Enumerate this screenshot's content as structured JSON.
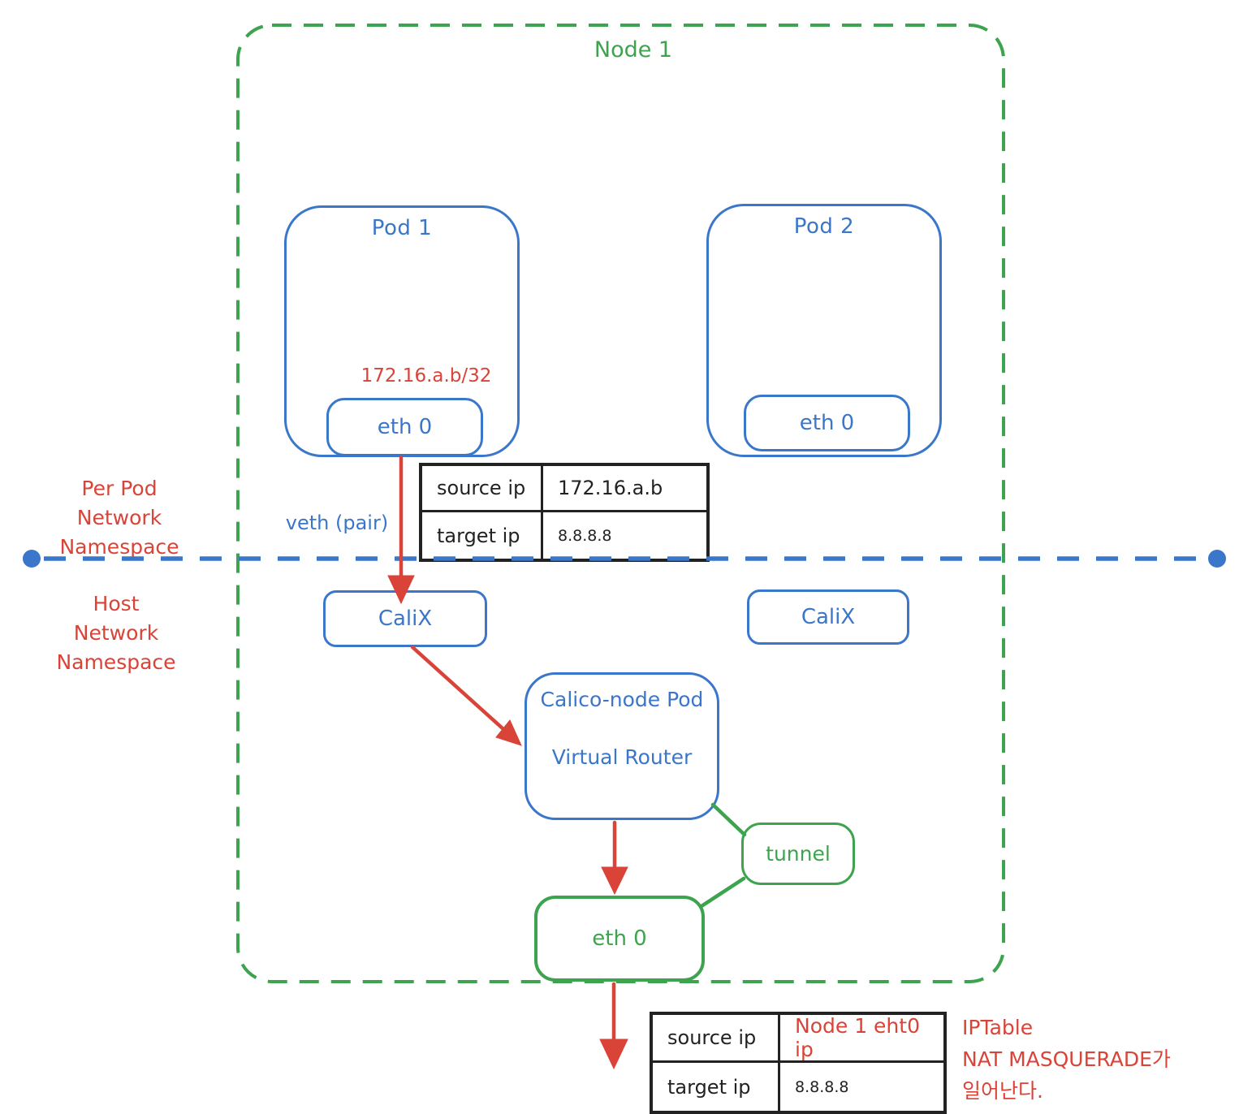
{
  "colors": {
    "blue": "#3a76c9",
    "green": "#3ea34e",
    "red": "#da4338",
    "ink": "#222222"
  },
  "node1": {
    "label": "Node 1"
  },
  "pod1": {
    "title": "Pod 1",
    "ip": "172.16.a.b/32",
    "eth": "eth 0"
  },
  "pod2": {
    "title": "Pod 2",
    "eth": "eth 0"
  },
  "veth_label": "veth (pair)",
  "namespaces": {
    "per_pod_line1": "Per Pod",
    "per_pod_line2": "Network Namespace",
    "host_line1": "Host",
    "host_line2": "Network Namespace"
  },
  "calix": {
    "left": "CaliX",
    "right": "CaliX"
  },
  "router": {
    "title": "Calico-node Pod",
    "subtitle": "Virtual Router"
  },
  "tunnel": {
    "label": "tunnel"
  },
  "host_eth": {
    "label": "eth 0"
  },
  "nat_table_pod": {
    "rows": [
      {
        "key": "source ip",
        "value": "172.16.a.b"
      },
      {
        "key": "target ip",
        "value": "8.8.8.8"
      }
    ]
  },
  "nat_table_node": {
    "rows": [
      {
        "key": "source ip",
        "value": "Node 1 eht0 ip"
      },
      {
        "key": "target ip",
        "value": "8.8.8.8"
      }
    ]
  },
  "note": {
    "line1": "IPTable",
    "line2": "NAT MASQUERADE가",
    "line3": "일어난다."
  }
}
